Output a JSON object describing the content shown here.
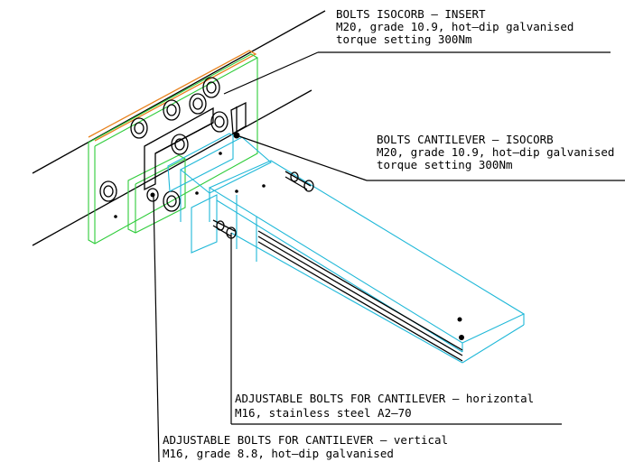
{
  "callouts": {
    "isocorb_insert": {
      "title": "BOLTS ISOCORB – INSERT",
      "line1": "M20, grade 10.9, hot–dip galvanised",
      "line2": "torque setting 300Nm"
    },
    "cantilever_isocorb": {
      "title": "BOLTS CANTILEVER – ISOCORB",
      "line1": "M20, grade 10.9, hot–dip galvanised",
      "line2": "torque setting 300Nm"
    },
    "adjustable_horizontal": {
      "title": "ADJUSTABLE BOLTS FOR CANTILEVER – horizontal",
      "line1": "M16, stainless steel A2–70"
    },
    "adjustable_vertical": {
      "title": "ADJUSTABLE BOLTS FOR CANTILEVER – vertical",
      "line1": "M16, grade 8.8, hot–dip galvanised"
    }
  },
  "colors": {
    "plate": "#2ecc3a",
    "cantilever": "#1fb8d8",
    "flange": "#e8821e",
    "leader": "#000000"
  }
}
